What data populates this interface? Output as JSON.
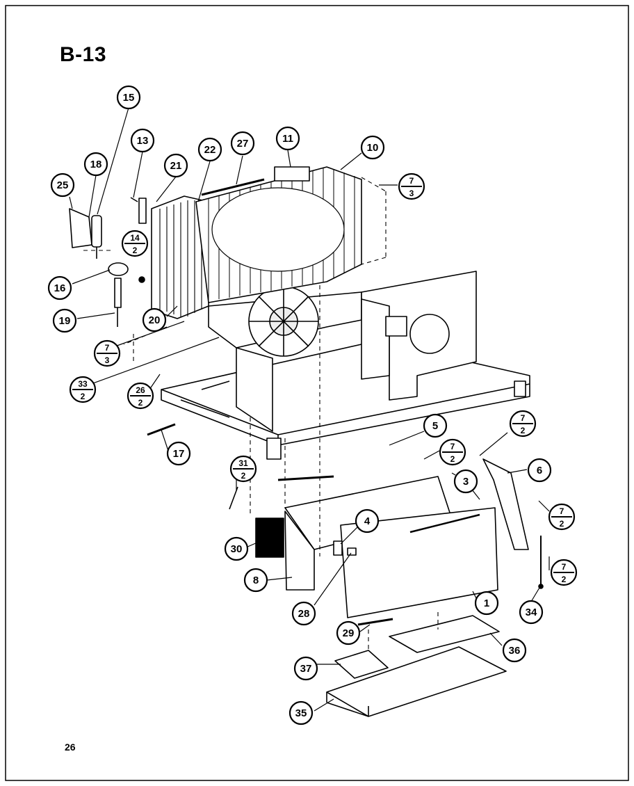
{
  "diagram": {
    "title": "B-13",
    "page_number": "26",
    "callouts": [
      {
        "id": "c15",
        "label": "15"
      },
      {
        "id": "c13",
        "label": "13"
      },
      {
        "id": "c18",
        "label": "18"
      },
      {
        "id": "c25",
        "label": "25"
      },
      {
        "id": "c21",
        "label": "21"
      },
      {
        "id": "c22",
        "label": "22"
      },
      {
        "id": "c27",
        "label": "27"
      },
      {
        "id": "c11",
        "label": "11"
      },
      {
        "id": "c10",
        "label": "10"
      },
      {
        "id": "c16",
        "label": "16"
      },
      {
        "id": "c19",
        "label": "19"
      },
      {
        "id": "c20",
        "label": "20"
      },
      {
        "id": "c17",
        "label": "17"
      },
      {
        "id": "c5",
        "label": "5"
      },
      {
        "id": "c3",
        "label": "3"
      },
      {
        "id": "c6",
        "label": "6"
      },
      {
        "id": "c4",
        "label": "4"
      },
      {
        "id": "c30",
        "label": "30"
      },
      {
        "id": "c8",
        "label": "8"
      },
      {
        "id": "c28",
        "label": "28"
      },
      {
        "id": "c1",
        "label": "1"
      },
      {
        "id": "c34",
        "label": "34"
      },
      {
        "id": "c29",
        "label": "29"
      },
      {
        "id": "c36",
        "label": "36"
      },
      {
        "id": "c37",
        "label": "37"
      },
      {
        "id": "c35",
        "label": "35"
      }
    ],
    "fraction_callouts": [
      {
        "id": "f7_3_a",
        "top": "7",
        "bottom": "3"
      },
      {
        "id": "f14_2",
        "top": "14",
        "bottom": "2"
      },
      {
        "id": "f7_3_b",
        "top": "7",
        "bottom": "3"
      },
      {
        "id": "f33_2",
        "top": "33",
        "bottom": "2"
      },
      {
        "id": "f26_2",
        "top": "26",
        "bottom": "2"
      },
      {
        "id": "f31_2",
        "top": "31",
        "bottom": "2"
      },
      {
        "id": "f7_2_a",
        "top": "7",
        "bottom": "2"
      },
      {
        "id": "f7_2_b",
        "top": "7",
        "bottom": "2"
      },
      {
        "id": "f7_2_c",
        "top": "7",
        "bottom": "2"
      },
      {
        "id": "f7_2_d",
        "top": "7",
        "bottom": "2"
      }
    ]
  }
}
